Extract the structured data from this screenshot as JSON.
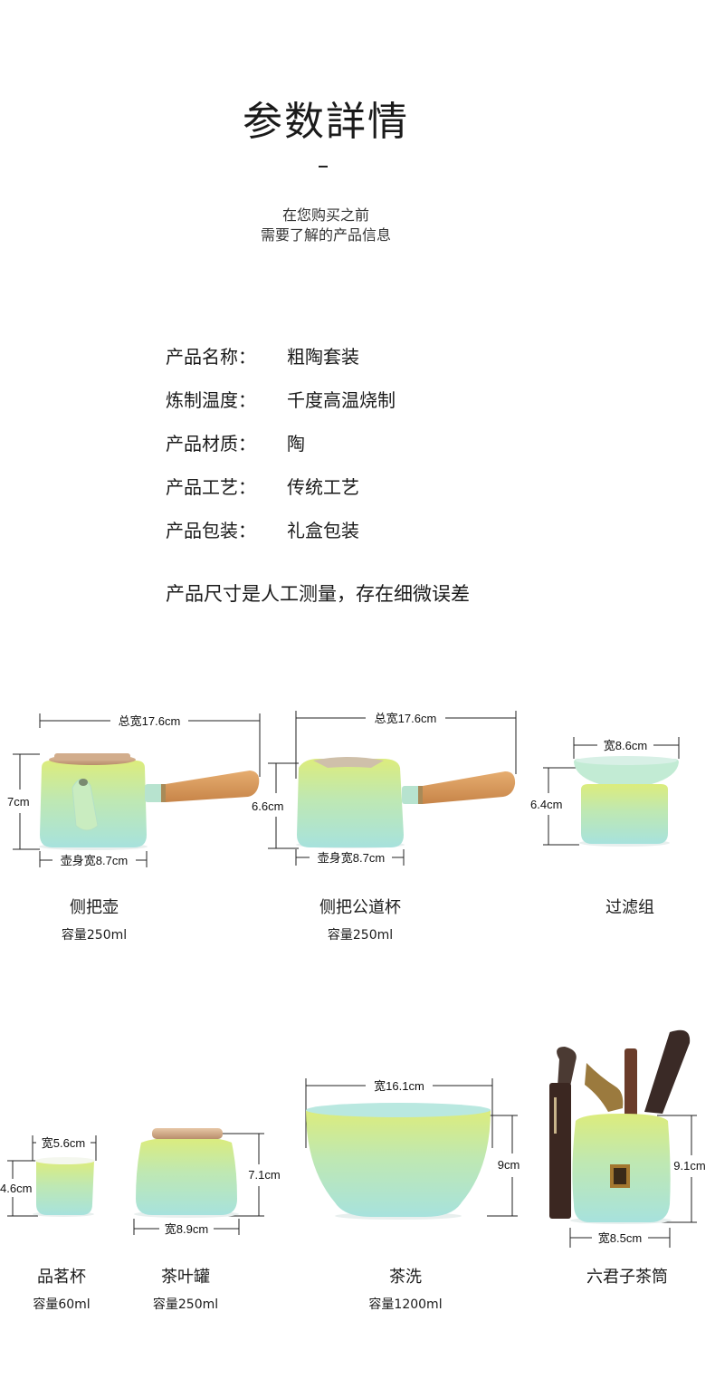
{
  "header": {
    "title": "参数詳情",
    "subtitle_line1": "在您购买之前",
    "subtitle_line2": "需要了解的产品信息"
  },
  "specs": [
    {
      "key": "产品名称：",
      "value": "粗陶套装"
    },
    {
      "key": "炼制温度：",
      "value": "千度高温烧制"
    },
    {
      "key": "产品材质：",
      "value": "陶"
    },
    {
      "key": "产品工艺：",
      "value": "传统工艺"
    },
    {
      "key": "产品包装：",
      "value": "礼盒包装"
    }
  ],
  "note": "产品尺寸是人工测量，存在细微误差",
  "products": [
    {
      "name": "侧把壶",
      "capacity": "容量250ml",
      "dims": {
        "total_width": "总宽17.6cm",
        "height": "7cm",
        "body_width": "壶身宽8.7cm"
      }
    },
    {
      "name": "侧把公道杯",
      "capacity": "容量250ml",
      "dims": {
        "total_width": "总宽17.6cm",
        "height": "6.6cm",
        "body_width": "壶身宽8.7cm"
      }
    },
    {
      "name": "过滤组",
      "capacity": "",
      "dims": {
        "width": "宽8.6cm",
        "height": "6.4cm"
      }
    },
    {
      "name": "品茗杯",
      "capacity": "容量60ml",
      "dims": {
        "width": "宽5.6cm",
        "height": "4.6cm"
      }
    },
    {
      "name": "茶叶罐",
      "capacity": "容量250ml",
      "dims": {
        "width": "宽8.9cm",
        "height": "7.1cm"
      }
    },
    {
      "name": "茶洗",
      "capacity": "容量1200ml",
      "dims": {
        "width": "宽16.1cm",
        "height": "9cm"
      }
    },
    {
      "name": "六君子茶筒",
      "capacity": "",
      "dims": {
        "width": "宽8.5cm",
        "height": "9.1cm"
      }
    }
  ],
  "colors": {
    "glaze_top": "#d9ea7a",
    "glaze_bottom": "#a6e3dc",
    "wood": "#d99a5c",
    "lid": "#d7b596",
    "dark_wood": "#3a2a22"
  }
}
